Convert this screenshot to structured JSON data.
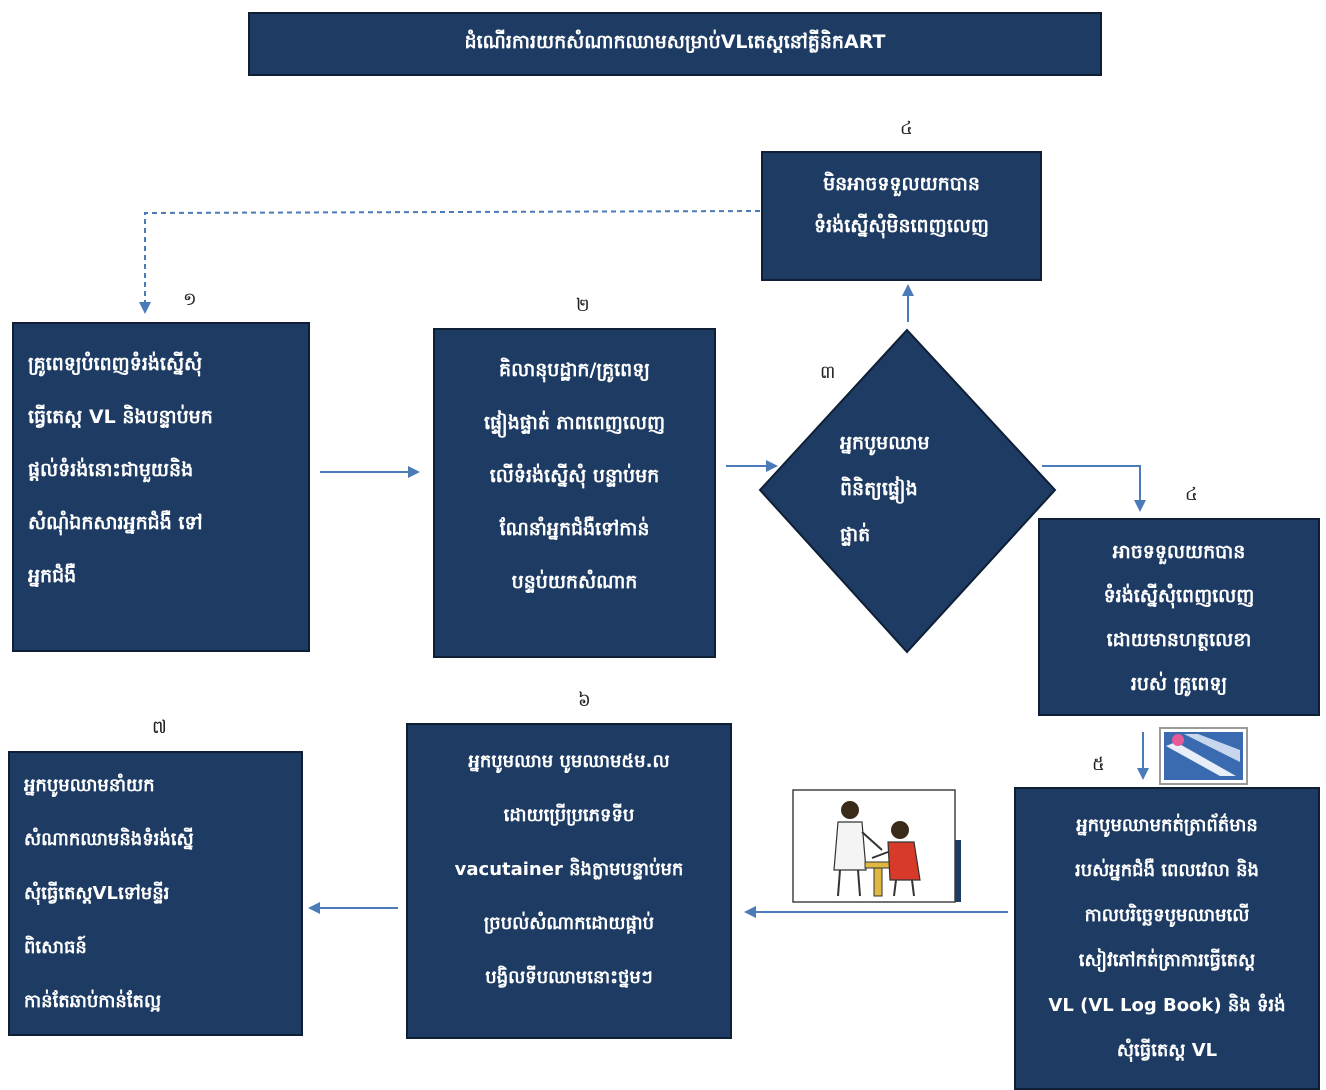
{
  "title": "ដំណើរការយកសំណាកឈាមសម្រាប់VLតេស្តនៅគ្លីនិកART",
  "nodes": {
    "step1": {
      "number": "១",
      "lines": [
        "គ្រូពេទ្យបំពេញទំរង់ស្នើសុំ",
        "ធ្វើតេស្ត VL និងបន្ទាប់មក",
        "ផ្តល់ទំរង់នោះជាមួយនិង",
        "សំណុំឯកសារអ្នកជំងឺ ទៅ",
        "អ្នកជំងឺ"
      ]
    },
    "step2": {
      "number": "២",
      "lines": [
        "គិលានុបដ្ឋាក/គ្រូពេទ្យ",
        "ផ្ទៀងផ្ទាត់ ភាពពេញលេញ",
        "លើទំរង់ស្នើសុំ បន្ទាប់មក",
        "ណែនាំអ្នកជំងឺទៅកាន់",
        "បន្ទប់យកសំណាក"
      ]
    },
    "step3": {
      "number": "៣",
      "lines": [
        "អ្នកបូមឈាម",
        "ពិនិត្យផ្ទៀង",
        "ផ្ទាត់"
      ]
    },
    "step4_rejected": {
      "number": "៤",
      "lines": [
        "មិនអាចទទួលយកបាន",
        "ទំរង់ស្នើសុំមិនពេញលេញ"
      ]
    },
    "step4_accepted": {
      "number": "៤",
      "lines": [
        "អាចទទួលយកបាន",
        "ទំរង់ស្នើសុំពេញលេញ",
        "ដោយមានហត្ថលេខា",
        "របស់ គ្រូពេទ្យ"
      ]
    },
    "step5": {
      "number": "៥",
      "lines": [
        "អ្នកបូមឈាមកត់ត្រាព័ត៌មាន",
        "របស់អ្នកជំងឺ ពេលវេលា និង",
        "កាលបរិច្ឆេទបូមឈាមលើ",
        "សៀវភៅកត់ត្រាការធ្វើតេស្ត",
        "VL  (VL Log Book) និង ទំរង់",
        "សុំធ្វើតេស្ត VL"
      ]
    },
    "step6": {
      "number": "៦",
      "lines": [
        "អ្នកបូមឈាម បូមឈាម៥ម.ល",
        "ដោយប្រើប្រភេទទីប",
        "vacutainer និងក្លាមបន្ទាប់មក",
        "ច្របល់សំណាកដោយផ្កាប់",
        "បង្វិលទីបឈាមនោះថ្នមៗ"
      ]
    },
    "step7": {
      "number": "៧",
      "lines": [
        "អ្នកបូមឈាមនាំយក",
        "សំណាកឈាមនិងទំរង់ស្នើ",
        "សុំធ្វើតេស្តVLទៅមន្ទីរ",
        "ពិសោធន៍",
        "កាន់តែឆាប់កាន់តែល្អ"
      ]
    }
  },
  "colors": {
    "box_fill": "#1d3b63",
    "box_border": "#0e1f36",
    "arrow": "#4a7ab8",
    "text": "#ffffff"
  },
  "icons": [
    "blood-draw-clipart-icon",
    "blood-tube-photo-icon"
  ]
}
